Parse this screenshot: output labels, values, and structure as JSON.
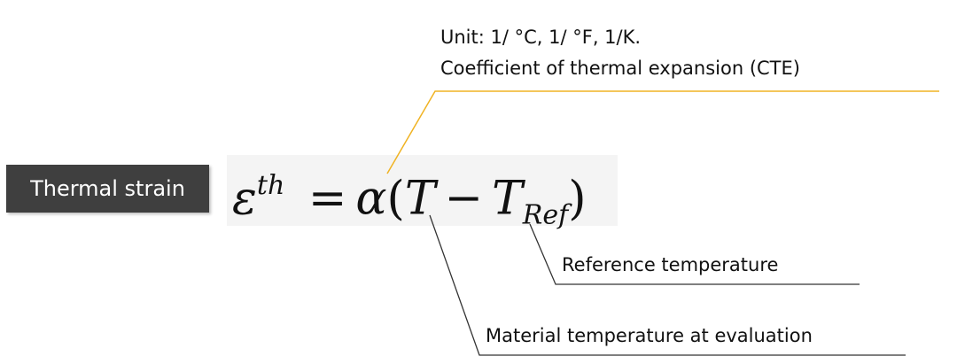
{
  "label": "Thermal strain",
  "formula": {
    "lhs_base": "ε",
    "lhs_sup": "th",
    "equals": "=",
    "alpha": "α",
    "open_paren": "(",
    "T": "T",
    "minus": "−",
    "T_ref_base": "T",
    "T_ref_sub": "Ref",
    "close_paren": ")"
  },
  "annotations": {
    "unit_line": "Unit: 1/ °C, 1/ °F, 1/K.",
    "cte_line": "Coefficient of thermal expansion (CTE)",
    "reference": "Reference temperature",
    "material": "Material temperature at evaluation"
  },
  "colors": {
    "label_bg": "#3f3f3f",
    "label_text": "#ffffff",
    "cte_leader": "#f0b323",
    "leader": "#333333",
    "formula_bg": "#f4f4f4"
  }
}
